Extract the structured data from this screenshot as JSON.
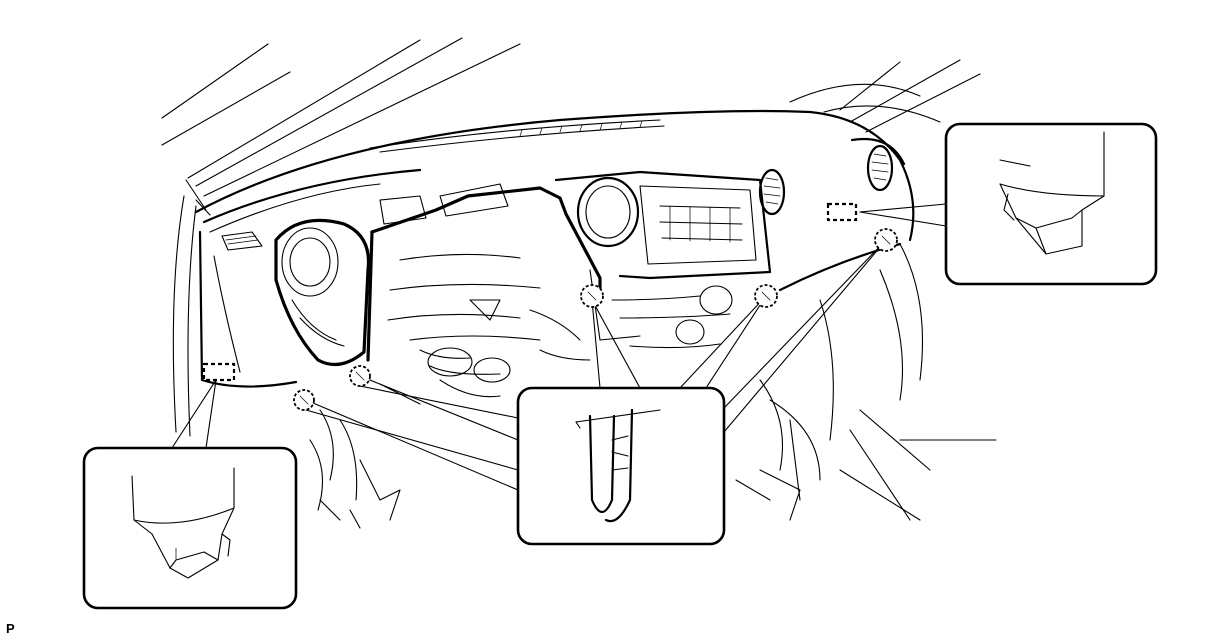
{
  "figure": {
    "reference_code": "P"
  },
  "colors": {
    "line": "#000000",
    "background": "#ffffff"
  },
  "callouts": [
    {
      "name": "upper-right-detail",
      "content": "clip-detail"
    },
    {
      "name": "center-detail",
      "content": "clip-detail"
    },
    {
      "name": "lower-left-detail",
      "content": "clip-detail"
    }
  ]
}
